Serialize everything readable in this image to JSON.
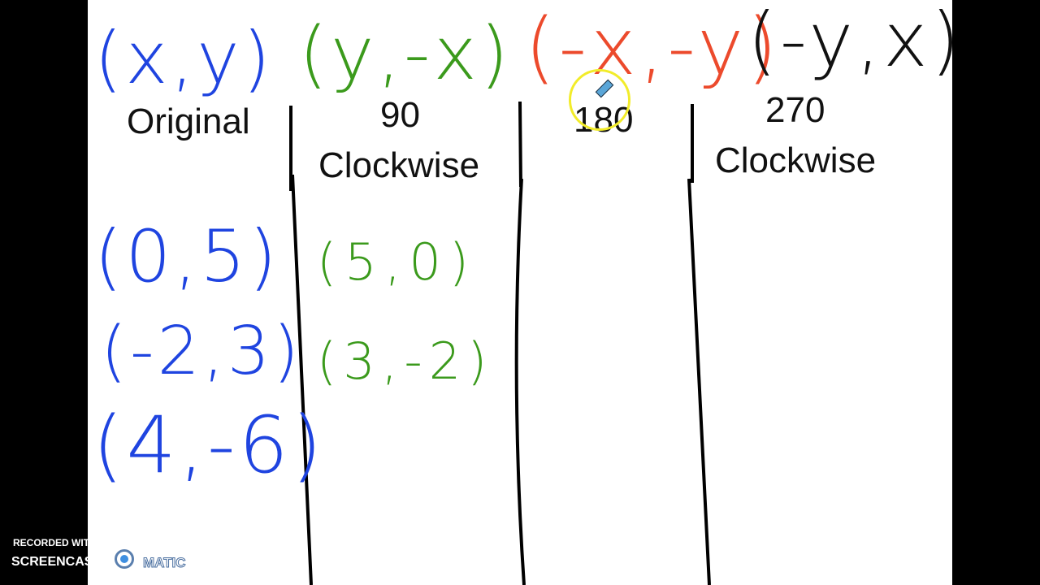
{
  "columns": [
    {
      "formula": "(x,y)",
      "label_line1": "Original",
      "label_line2": "",
      "color": "#1f44e0"
    },
    {
      "formula": "(y,-x)",
      "label_line1": "90",
      "label_line2": "Clockwise",
      "color": "#3b9a1c"
    },
    {
      "formula": "(-x,-y)",
      "label_line1": "180",
      "label_line2": "",
      "color": "#ec4a2c"
    },
    {
      "formula": "(-y,x)",
      "label_line1": "270",
      "label_line2": "Clockwise",
      "color": "#111111"
    }
  ],
  "original_points": [
    "(0,5)",
    "(-2,3)",
    "(4,-6)"
  ],
  "rotated_90_points": [
    "(5,0)",
    "(3,-2)"
  ],
  "watermark": {
    "line1": "RECORDED WITH",
    "brand_left": "SCREENCAST",
    "brand_right": "MATIC"
  }
}
